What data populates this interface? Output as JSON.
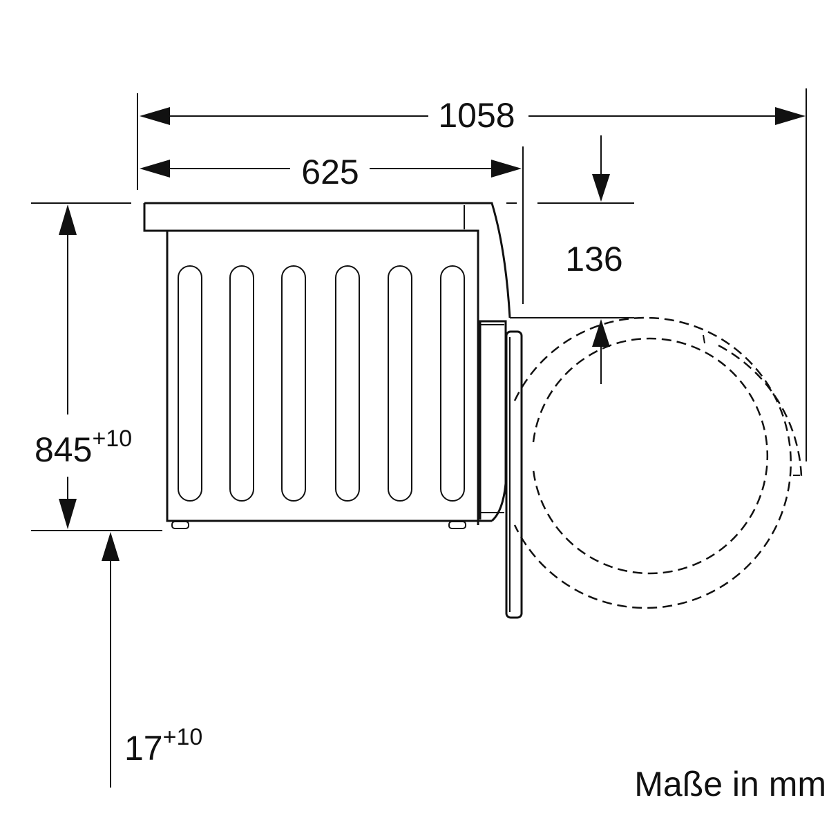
{
  "dimensions": {
    "overall_depth_door_open": "1058",
    "depth": "625",
    "door_offset": "136",
    "height": "845",
    "height_tolerance": "+10",
    "feet_adjust": "17",
    "feet_tolerance": "+10"
  },
  "units_note": "Maße in mm",
  "colors": {
    "ink": "#111111",
    "background": "#ffffff"
  }
}
